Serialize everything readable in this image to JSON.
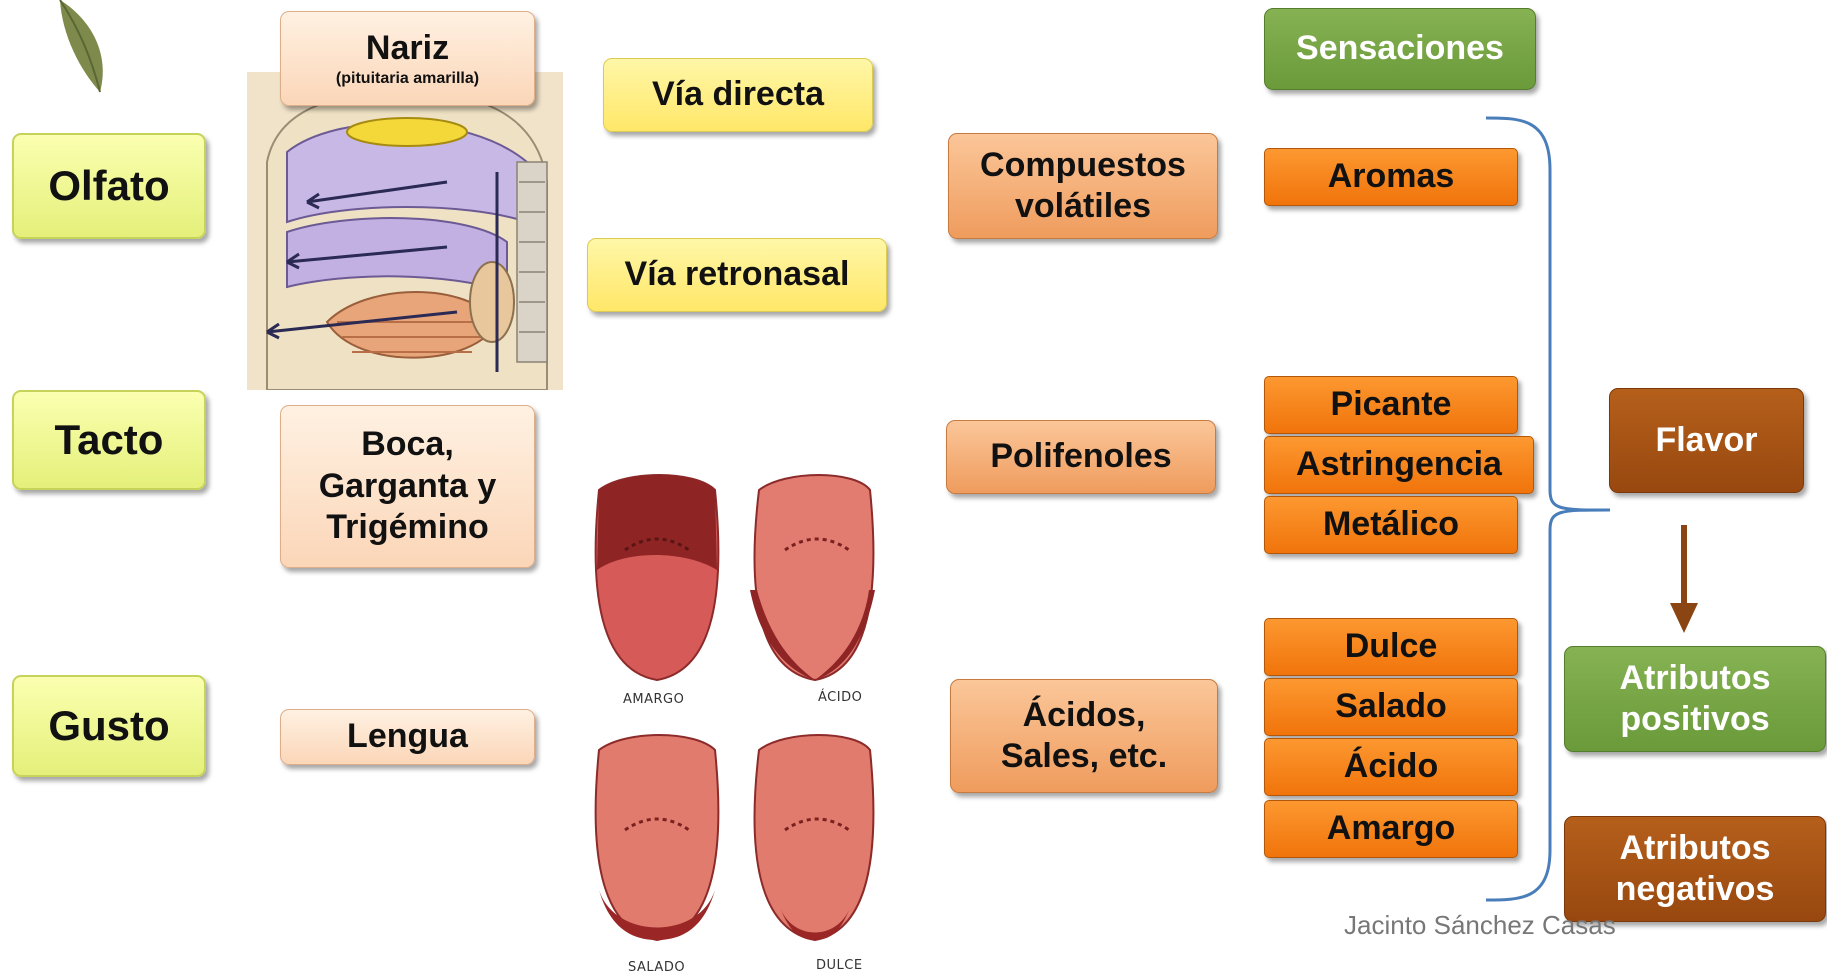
{
  "senses": {
    "olfato": "Olfato",
    "tacto": "Tacto",
    "gusto": "Gusto"
  },
  "organs": {
    "nariz": "Nariz",
    "nariz_sub": "(pituitaria amarilla)",
    "boca": [
      "Boca,",
      "Garganta y",
      "Trigémino"
    ],
    "lengua": "Lengua"
  },
  "vias": {
    "directa": "Vía directa",
    "retronasal": "Vía retronasal"
  },
  "compounds": {
    "volatiles": [
      "Compuestos",
      "volátiles"
    ],
    "polifenoles": "Polifenoles",
    "acidos": [
      "Ácidos,",
      "Sales, etc."
    ]
  },
  "sensaciones_header": "Sensaciones",
  "sensaciones": {
    "aromas": "Aromas",
    "trigeminal": [
      "Picante",
      "Astringencia",
      "Metálico"
    ],
    "tastes": [
      "Dulce",
      "Salado",
      "Ácido",
      "Amargo"
    ]
  },
  "flavor": "Flavor",
  "atributos_positivos": [
    "Atributos",
    "positivos"
  ],
  "atributos_negativos": [
    "Atributos",
    "negativos"
  ],
  "tongue_labels": {
    "amargo": "AMARGO",
    "acido": "ÁCIDO",
    "salado": "SALADO",
    "dulce": "DULCE"
  },
  "credit": "Jacinto Sánchez Casas",
  "colors": {
    "sense_yellow": "#e4f07a",
    "organ_peach": "#fbd6b8",
    "via_yellow": "#ffe768",
    "compound_orange": "#ef9c5d",
    "sensation_orange": "#f0740b",
    "green": "#6a9a3a",
    "brown": "#98480f",
    "bracket_blue": "#4a7ebb",
    "arrow_brown": "#8b4513"
  }
}
